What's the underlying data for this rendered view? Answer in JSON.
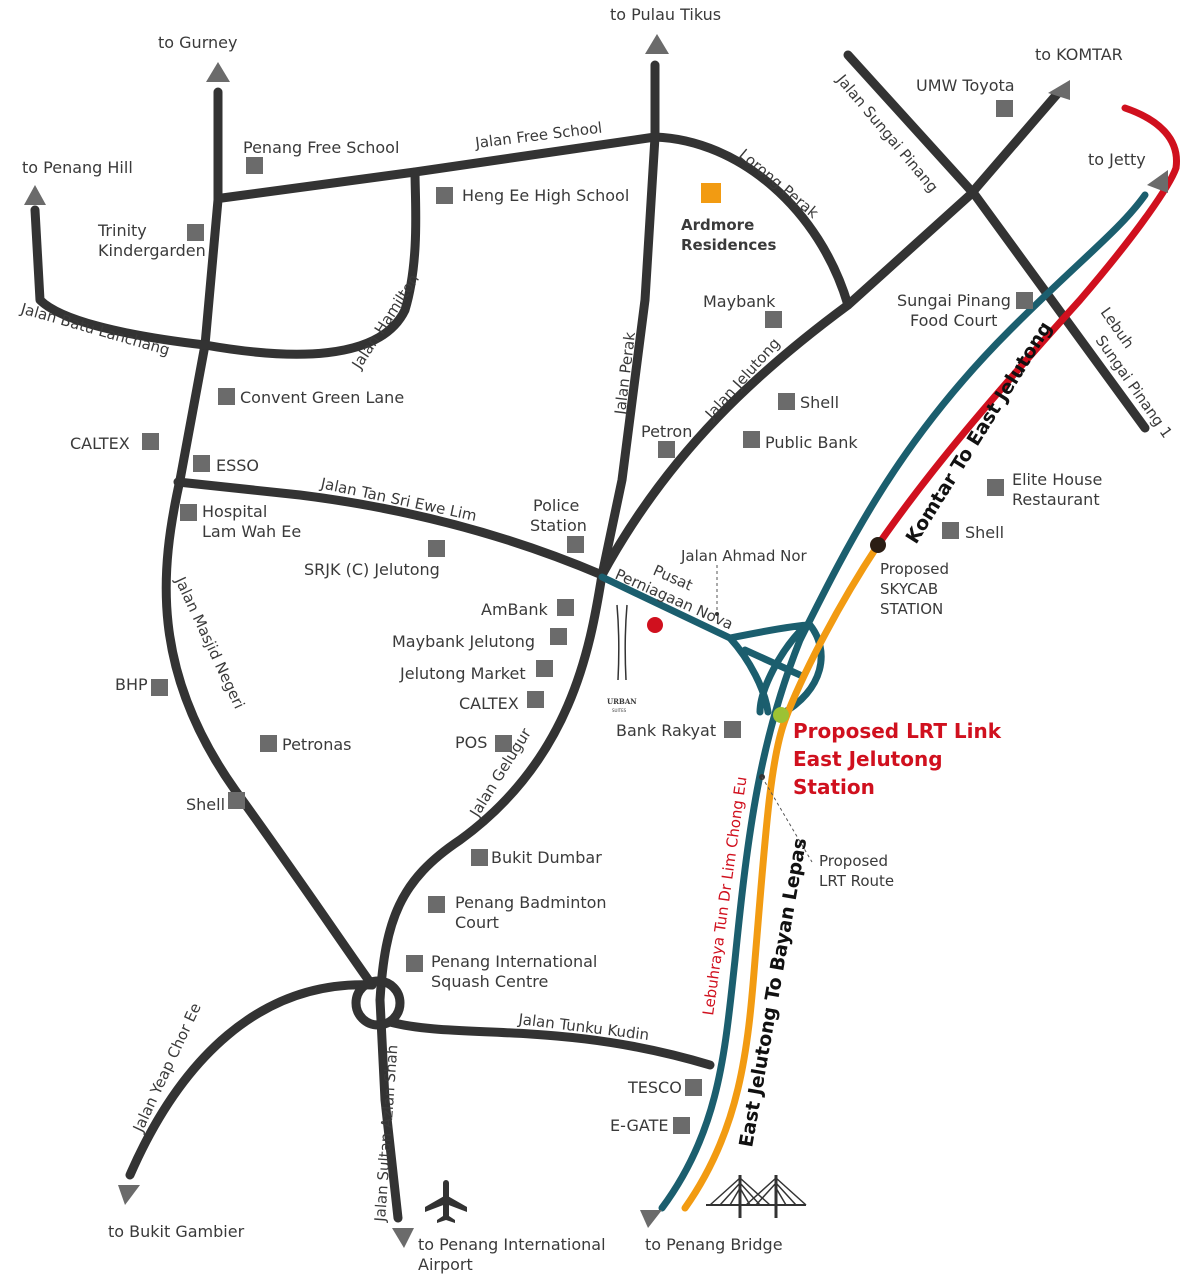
{
  "colors": {
    "road": "#333333",
    "teal_route": "#1b5e6e",
    "lrt_orange": "#f29b12",
    "skycab_red": "#d0101e",
    "marker_grey": "#6b6b6b",
    "ardmore_orange": "#f29b12",
    "station_green": "#9cc234",
    "label_red": "#d0101e"
  },
  "destinations": {
    "gurney": "to Gurney",
    "pulau_tikus": "to Pulau Tikus",
    "komtar": "to KOMTAR",
    "jetty": "to Jetty",
    "penang_hill": "to Penang Hill",
    "bukit_gambier": "to Bukit Gambier",
    "airport_1": "to Penang International",
    "airport_2": "Airport",
    "penang_bridge": "to Penang Bridge"
  },
  "roads": {
    "jalan_free_school": "Jalan Free School",
    "lorong_perak": "Lorong Perak",
    "jalan_sungai_pinang": "Jalan Sungai Pinang",
    "lebuh_sungai_pinang_1a": "Lebuh",
    "lebuh_sungai_pinang_1b": "Sungai Pinang 1",
    "jalan_batu_lanchang": "Jalan Batu Lanchang",
    "jalan_hamilton": "Jalan Hamilton",
    "jalan_perak": "Jalan Perak",
    "jalan_jelutong": "Jalan Jelutong",
    "jalan_tan_sri_ewe_lim": "Jalan Tan Sri Ewe Lim",
    "pusat_1": "Pusat",
    "pusat_2": "Perniagaan Nova",
    "jalan_ahmad_nor": "Jalan Ahmad Nor",
    "jalan_masjid_negeri": "Jalan Masjid Negeri",
    "jalan_gelugur": "Jalan Gelugur",
    "jalan_tunku_kudin": "Jalan Tunku Kudin",
    "jalan_yeap_chor_ee": "Jalan Yeap Chor Ee",
    "jalan_sultan_azlan_shah": "Jalan Sultan Azlan Shah",
    "lebuhraya": "Lebuhraya Tun Dr Lim Chong Eu"
  },
  "places": {
    "penang_free_school": "Penang Free School",
    "heng_ee": "Heng Ee High School",
    "trinity_1": "Trinity",
    "trinity_2": "Kindergarden",
    "umw_toyota": "UMW Toyota",
    "maybank": "Maybank",
    "sungai_pinang_fc_1": "Sungai Pinang",
    "sungai_pinang_fc_2": "Food Court",
    "convent": "Convent Green Lane",
    "shell_1": "Shell",
    "petron": "Petron",
    "public_bank": "Public Bank",
    "caltex_1": "CALTEX",
    "esso": "ESSO",
    "elite_1": "Elite House",
    "elite_2": "Restaurant",
    "hospital_1": "Hospital",
    "hospital_2": "Lam Wah Ee",
    "police_1": "Police",
    "police_2": "Station",
    "shell_2": "Shell",
    "srjk": "SRJK (C) Jelutong",
    "ambank": "AmBank",
    "maybank_jelutong": "Maybank Jelutong",
    "jelutong_market": "Jelutong Market",
    "caltex_2": "CALTEX",
    "bhp": "BHP",
    "bank_rakyat": "Bank Rakyat",
    "pos": "POS",
    "petronas": "Petronas",
    "shell_3": "Shell",
    "bukit_dumbar": "Bukit Dumbar",
    "badminton_1": "Penang Badminton",
    "badminton_2": "Court",
    "squash_1": "Penang International",
    "squash_2": "Squash Centre",
    "tesco": "TESCO",
    "egate": "E-GATE"
  },
  "highlights": {
    "ardmore_1": "Ardmore",
    "ardmore_2": "Residences",
    "skycab_1": "Proposed",
    "skycab_2": "SKYCAB",
    "skycab_3": "STATION",
    "lrt_station_1": "Proposed LRT Link",
    "lrt_station_2": "East Jelutong",
    "lrt_station_3": "Station",
    "lrt_route_1": "Proposed",
    "lrt_route_2": "LRT Route",
    "komtar_route": "Komtar To East Jelutong",
    "bayan_route": "East Jelutong To Bayan Lepas"
  },
  "logo": {
    "text": "URBAN",
    "sub": "SUITES"
  },
  "icons": [
    "airplane-icon",
    "bridge-icon",
    "urban-suites-logo"
  ]
}
